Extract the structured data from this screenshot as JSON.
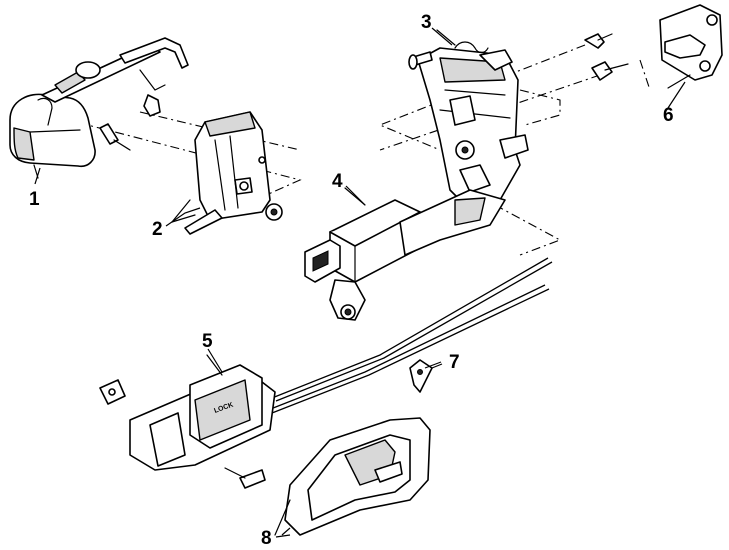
{
  "callouts": [
    {
      "id": "outside-handle",
      "label": "1"
    },
    {
      "id": "reinforcement-bracket",
      "label": "2"
    },
    {
      "id": "door-lock-latch",
      "label": "3"
    },
    {
      "id": "door-lock-actuator",
      "label": "4"
    },
    {
      "id": "lock-control-unit",
      "label": "5"
    },
    {
      "id": "rod-clip",
      "label": "7"
    },
    {
      "id": "striker",
      "label": "6"
    },
    {
      "id": "inside-handle",
      "label": "8"
    }
  ],
  "lock_unit_marking": "LOCK"
}
